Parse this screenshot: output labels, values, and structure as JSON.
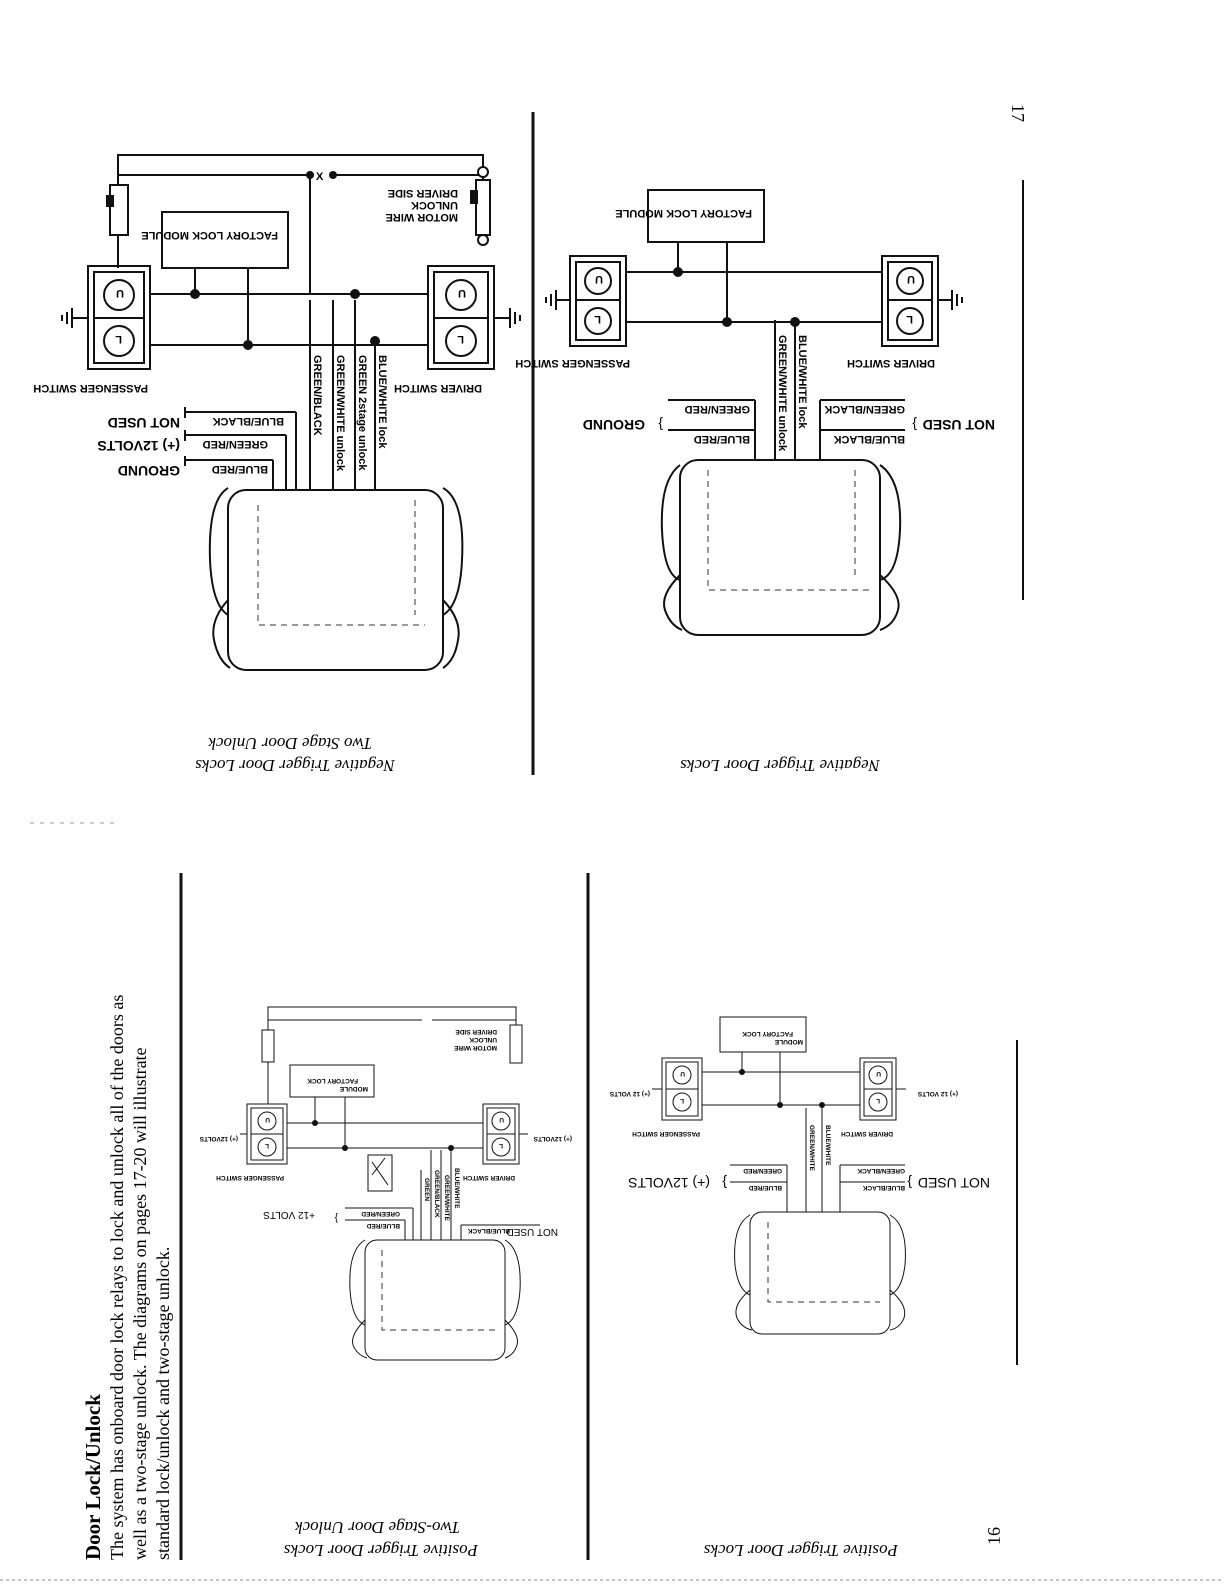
{
  "right_page": {
    "page_number": "17",
    "diagram_1": {
      "caption_line1": "Negative Trigger Door Locks",
      "caption_line2": "Two Stage Door Unlock",
      "passenger_switch": "PASSENGER SWITCH",
      "driver_switch": "DRIVER SWITCH",
      "factory_lock_module": "FACTORY LOCK MODULE",
      "driver_side_wire": "DRIVER SIDE UNLOCK MOTOR WIRE",
      "cut_mark": "X",
      "switch_lock_glyph": "L",
      "switch_unlock_glyph": "U",
      "wires": [
        {
          "color": "BLUE/RED",
          "note": "GROUND"
        },
        {
          "color": "GREEN/RED",
          "note": "(+) 12VOLTS"
        },
        {
          "color": "BLUE/BLACK",
          "note": "NOT USED"
        },
        {
          "color": "GREEN/BLACK",
          "note": ""
        },
        {
          "color": "GREEN/WHITE unlock",
          "note": ""
        },
        {
          "color": "GREEN 2stage unlock",
          "note": ""
        },
        {
          "color": "BLUE/WHITE lock",
          "note": ""
        }
      ]
    },
    "diagram_2": {
      "caption": "Negative Trigger Door Locks",
      "passenger_switch": "PASSENGER SWITCH",
      "driver_switch": "DRIVER SWITCH",
      "factory_lock_module": "FACTORY LOCK MODULE",
      "switch_lock_glyph": "L",
      "switch_unlock_glyph": "U",
      "wires": [
        {
          "color": "BLUE/RED",
          "note": ""
        },
        {
          "color": "GREEN/RED",
          "note": "GROUND"
        },
        {
          "color": "GREEN/WHITE unlock",
          "note": ""
        },
        {
          "color": "BLUE/WHITE lock",
          "note": ""
        },
        {
          "color": "GREEN/BLACK",
          "note": "NOT USED"
        },
        {
          "color": "BLUE/BLACK",
          "note": ""
        }
      ]
    }
  },
  "left_page": {
    "page_number": "16",
    "heading": "Door Lock/Unlock",
    "body_line1": "The system has onboard door lock relays to lock and unlock all of the doors as",
    "body_line2": "well as a two-stage unlock. The diagrams on pages 17-20 will illustrate",
    "body_line3": "standard lock/unlock and two-stage unlock.",
    "diagram_3": {
      "caption_line1": "Positive Trigger Door Locks",
      "caption_line2": "Two-Stage Door Unlock",
      "passenger_switch": "PASSENGER SWITCH",
      "driver_switch": "DRIVER SWITCH",
      "factory_lock_module": "FACTORY LOCK MODULE",
      "driver_side_wire": "DRIVER SIDE UNLOCK MOTOR WIRE",
      "volts_label": "(+) 12VOLTS",
      "plus12": "+12 VOLTS",
      "not_used": "NOT USED",
      "switch_lock_glyph": "L",
      "switch_unlock_glyph": "U",
      "wires": [
        "BLUE/RED",
        "GREEN/RED",
        "BLUE/BLACK",
        "GREEN",
        "GREEN/BLACK",
        "GREEN/WHITE",
        "BLUE/WHITE"
      ]
    },
    "diagram_4": {
      "caption": "Positive Trigger Door Locks",
      "passenger_switch": "PASSENGER SWITCH",
      "driver_switch": "DRIVER SWITCH",
      "factory_lock_module": "FACTORY LOCK MODULE",
      "volts_label": "(+) 12 VOLTS",
      "big_volts": "(+) 12VOLTS",
      "not_used": "NOT USED",
      "switch_lock_glyph": "L",
      "switch_unlock_glyph": "U",
      "wires": [
        "BLUE/RED",
        "GREEN/RED",
        "GREEN/WHITE",
        "BLUE/WHITE",
        "GREEN/BLACK",
        "BLUE/BLACK"
      ]
    }
  }
}
